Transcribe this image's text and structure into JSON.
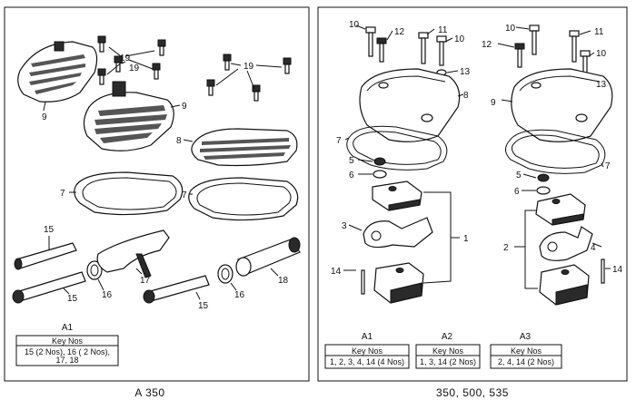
{
  "left_panel": {
    "caption": "A 350",
    "callouts": [
      "19",
      "19",
      "19",
      "9",
      "9",
      "8",
      "7",
      "7",
      "15",
      "15",
      "16",
      "17",
      "16",
      "15",
      "18"
    ],
    "keytable": {
      "title": "A1",
      "header": "Key Nos",
      "lines": [
        "15 (2  Nos), 16 ( 2 Nos),",
        "17, 18"
      ]
    }
  },
  "right_panel": {
    "caption": "350, 500, 535",
    "callouts": [
      "10",
      "12",
      "11",
      "10",
      "13",
      "8",
      "7",
      "5",
      "6",
      "3",
      "1",
      "14",
      "10",
      "11",
      "12",
      "10",
      "13",
      "9",
      "7",
      "5",
      "6",
      "2",
      "4",
      "14"
    ],
    "keytables": [
      {
        "title": "A1",
        "header": "Key Nos",
        "line": "1, 2, 3, 4, 14 (4 Nos)"
      },
      {
        "title": "A2",
        "header": "Key Nos",
        "line": "1, 3, 14 (2 Nos)"
      },
      {
        "title": "A3",
        "header": "Key Nos",
        "line": "2, 4, 14 (2 Nos)"
      }
    ]
  }
}
